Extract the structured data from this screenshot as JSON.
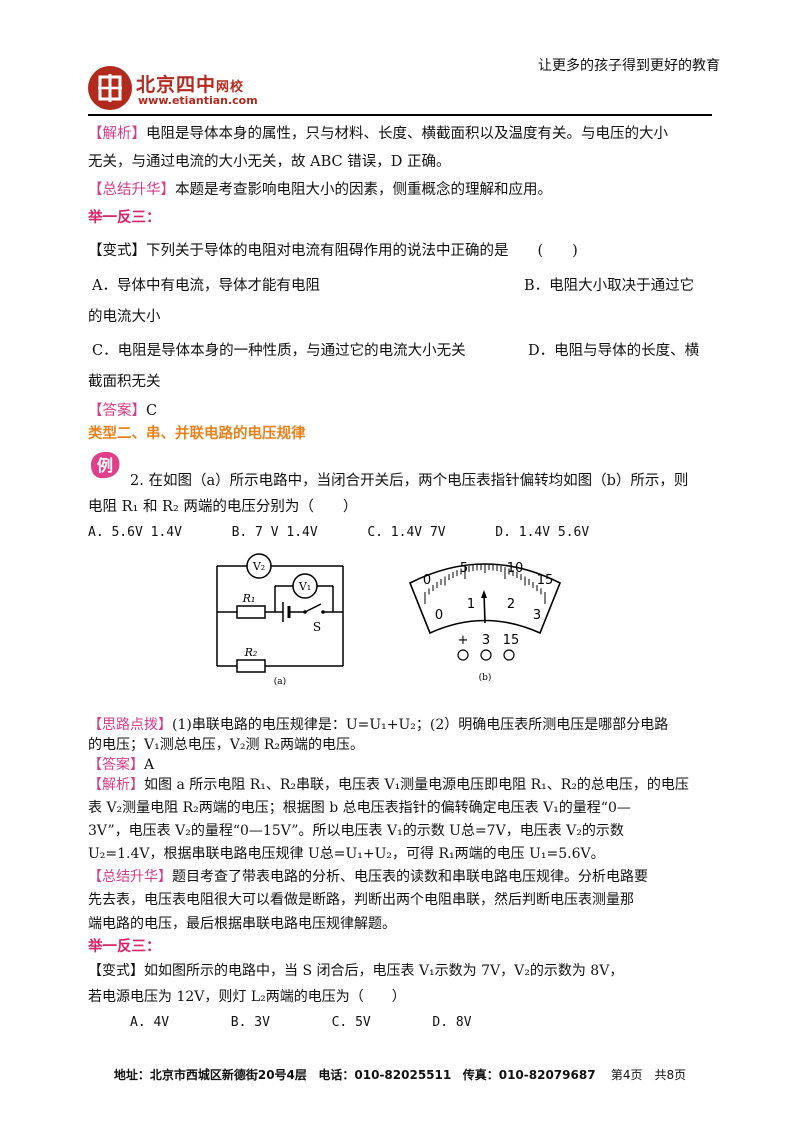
{
  "header": {
    "slogan": "让更多的孩子得到更好的教育",
    "logo_name": "北京四中",
    "logo_suffix": "网校",
    "logo_url": "www.etiantian.com"
  },
  "p1": {
    "l1_tag": "【解析】",
    "l1": "电阻是导体本身的属性，只与材料、长度、横截面积以及温度有关。与电压的大小",
    "l2": "无关，与通过电流的大小无关，故 ABC 错误，D 正确。",
    "l3_tag": "【总结升华】",
    "l3": "本题是考查影响电阻大小的因素，侧重概念的理解和应用。",
    "jyfs": "举一反三：",
    "bs_l1": "【变式】下列关于导体的电阻对电流有阻碍作用的说法中正确的是　　(　　)",
    "optA": "A．导体中有电流，导体才能有电阻",
    "optB": "B．电阻大小取决于通过它",
    "optB2": "的电流大小",
    "optC": "C．电阻是导体本身的一种性质，与通过它的电流大小无关",
    "optD": "D．电阻与导体的长度、横",
    "optD2": "截面积无关",
    "ans_tag": "【答案】",
    "ans": "C"
  },
  "type2": {
    "title": "类型二、串、并联电路的电压规律",
    "badge": "例",
    "q1": "2. 在如图（a）所示电路中，当闭合开关后，两个电压表指针偏转均如图（b）所示，则",
    "q2": "电阻 R₁ 和 R₂ 两端的电压分别为（　　）",
    "opts": [
      "A.  5.6V   1.4V",
      "B.  7 V   1.4V",
      "C.  1.4V   7V",
      "D.  1.4V   5.6V"
    ]
  },
  "figure_a": {
    "v2": "V₂",
    "v1": "V₁",
    "r1": "R₁",
    "r2": "R₂",
    "s": "S",
    "caption": "(a)"
  },
  "figure_b": {
    "outer_ticks": [
      "0",
      "5",
      "10",
      "15"
    ],
    "inner_ticks": [
      "0",
      "1",
      "2",
      "3"
    ],
    "terminals": [
      "+",
      "3",
      "15"
    ],
    "caption": "(b)"
  },
  "p2": {
    "sl_tag": "【思路点拨】",
    "sl1": "(1)串联电路的电压规律是：U=U₁+U₂；(2）明确电压表所测电压是哪部分电路",
    "sl2": "的电压；V₁测总电压，V₂测 R₂两端的电压。",
    "ans_tag": "【答案】",
    "ans": "A",
    "jx_tag": "【解析】",
    "jx1": "如图 a 所示电阻 R₁、R₂串联，电压表 V₁测量电源电压即电阻 R₁、R₂的总电压，的电压",
    "jx2": "表 V₂测量电阻 R₂两端的电压；根据图 b 总电压表指针的偏转确定电压表 V₁的量程“0—",
    "jx3": "3V”，电压表 V₂的量程“0—15V”。所以电压表 V₁的示数 U总=7V，电压表 V₂的示数",
    "jx4": "U₂=1.4V，根据串联电路电压规律 U总=U₁+U₂，可得 R₁两端的电压 U₁=5.6V。",
    "zj_tag": "【总结升华】",
    "zj1": "题目考查了带表电路的分析、电压表的读数和串联电路电压规律。分析电路要",
    "zj2": "先去表，电压表电阻很大可以看做是断路，判断出两个电阻串联，然后判断电压表测量那",
    "zj3": "端电路的电压，最后根据串联电路电压规律解题。",
    "jyfs": "举一反三：",
    "bs1": "【变式】如如图所示的电路中，当 S 闭合后，电压表 V₁示数为 7V，V₂的示数为 8V，",
    "bs2": "若电源电压为 12V，则灯 L₂两端的电压为（　　）",
    "opts": [
      "A.  4V",
      "B.  3V",
      "C.  5V",
      "D.  8V"
    ]
  },
  "footer": {
    "address": "地址：北京市西城区新德街20号4层",
    "phone": "电话：010-82025511",
    "fax": "传真：010-82079687",
    "page": "第4页　共8页"
  }
}
